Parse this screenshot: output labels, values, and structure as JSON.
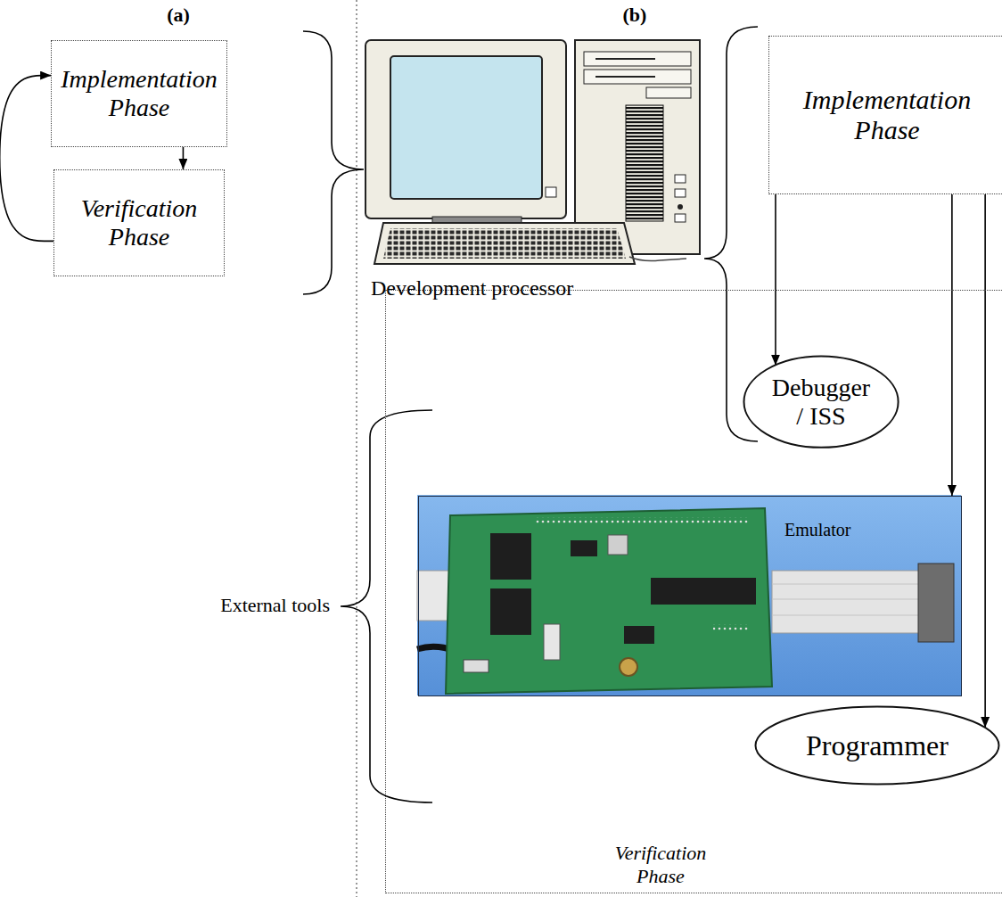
{
  "diagram": {
    "nodes": [
      {
        "text": [
          "Implementation Phase"
        ]
      },
      {
        "text": [
          "Verification Phase"
        ]
      },
      {
        "text": [
          "Implementation Phase"
        ]
      },
      {
        "text": [
          "Verification Phase"
        ]
      },
      {
        "text": [
          "Debugger / ISS"
        ],
        "in": 3
      },
      {
        "text": [
          "Emulator"
        ],
        "in": 3
      },
      {
        "text": [
          "Programmer"
        ],
        "in": 3
      }
    ],
    "edges": [
      {
        "from": 0,
        "to": 1,
        "arrow": "to"
      },
      {
        "from": 1,
        "to": 0,
        "arrow": "to"
      },
      {
        "from": 2,
        "to": 4,
        "arrow": "to"
      },
      {
        "from": 2,
        "to": 5,
        "arrow": "to"
      },
      {
        "from": 2,
        "to": 6,
        "arrow": "to"
      }
    ],
    "labels": [
      "(a)",
      "(b)",
      "Development processor",
      "External tools"
    ]
  }
}
